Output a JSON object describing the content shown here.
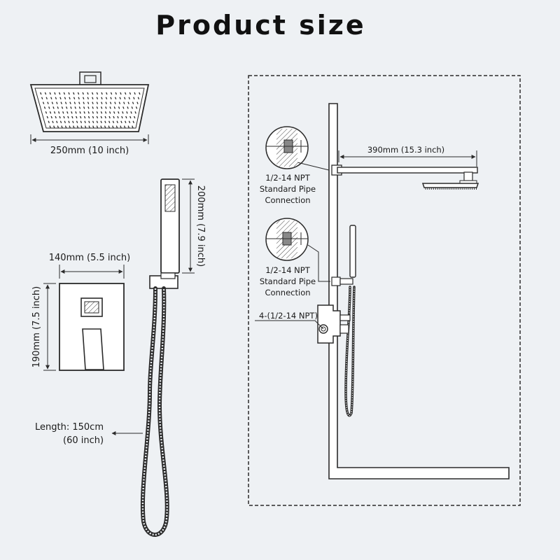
{
  "title": "Product size",
  "labels": {
    "head_width": "250mm (10 inch)",
    "handheld_height": "200mm (7.9 inch)",
    "valve_width": "140mm (5.5 inch)",
    "valve_height": "190mm (7.5 inch)",
    "hose_length_1": "Length: 150cm",
    "hose_length_2": "(60 inch)",
    "arm_length": "390mm (15.3 inch)",
    "pipe1_line1": "1/2-14 NPT",
    "pipe1_line2": "Standard Pipe",
    "pipe1_line3": "Connection",
    "pipe2_line1": "1/2-14 NPT",
    "pipe2_line2": "Standard Pipe",
    "pipe2_line3": "Connection",
    "valve_ports": "4-(1/2-14 NPT)"
  },
  "colors": {
    "background": "#eef1f4",
    "line": "#2b2b2b",
    "fill_light": "#ffffff"
  }
}
